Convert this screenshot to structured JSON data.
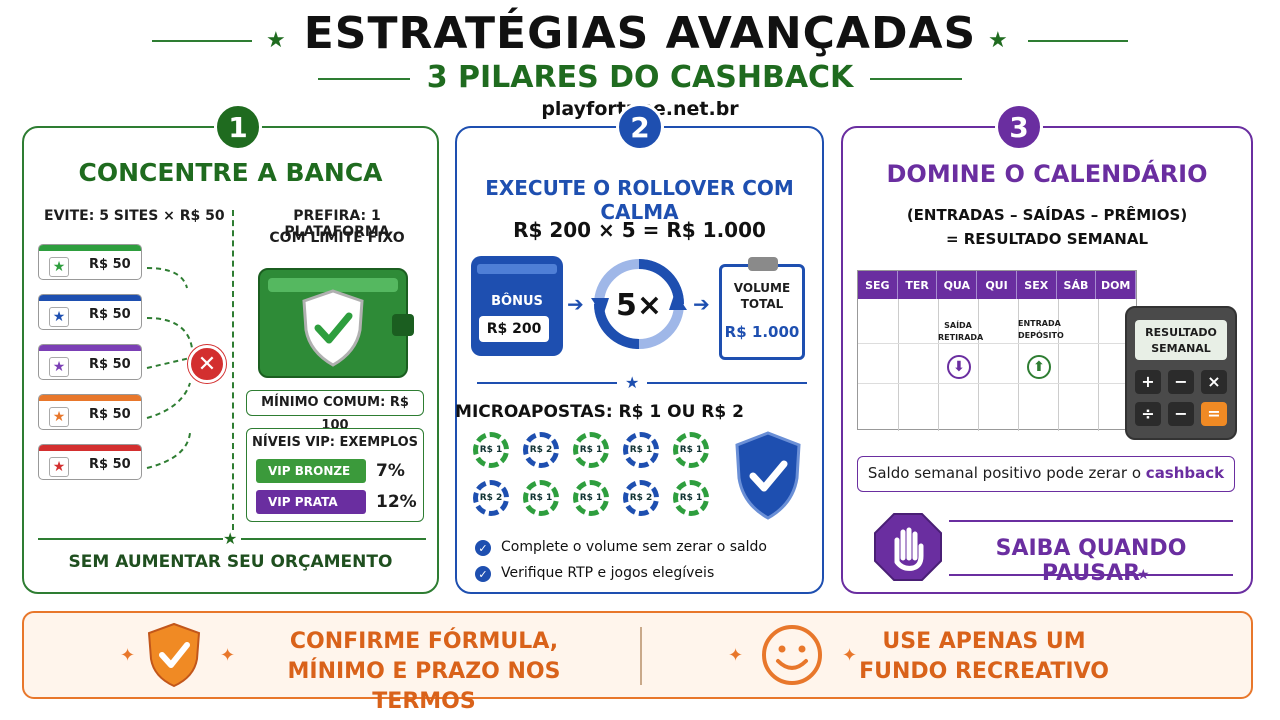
{
  "header": {
    "title": "ESTRATÉGIAS AVANÇADAS",
    "subtitle": "3 PILARES DO CASHBACK",
    "site": "playfortune.net.br"
  },
  "pillar1": {
    "number": "1",
    "title": "CONCENTRE A BANCA",
    "avoid_label": "EVITE: 5 SITES × R$ 50",
    "prefer_label_1": "PREFIRA: 1 PLATAFORMA",
    "prefer_label_2": "COM LIMITE FIXO",
    "sites": [
      {
        "value": "R$ 50",
        "color": "#2e9e3e"
      },
      {
        "value": "R$ 50",
        "color": "#1e4fb0"
      },
      {
        "value": "R$ 50",
        "color": "#7b3fb5"
      },
      {
        "value": "R$ 50",
        "color": "#e8772b"
      },
      {
        "value": "R$ 50",
        "color": "#d32f2f"
      }
    ],
    "min_common": "MÍNIMO COMUM: R$ 100",
    "vip_title": "NÍVEIS VIP: EXEMPLOS",
    "vip_levels": [
      {
        "name": "VIP BRONZE",
        "pct": "7%"
      },
      {
        "name": "VIP PRATA",
        "pct": "12%"
      }
    ],
    "footer": "SEM AUMENTAR SEU ORÇAMENTO"
  },
  "pillar2": {
    "number": "2",
    "title": "EXECUTE O ROLLOVER COM CALMA",
    "formula": "R$ 200 × 5 = R$ 1.000",
    "bonus_label": "BÔNUS",
    "bonus_value": "R$ 200",
    "multiplier": "5×",
    "volume_label_1": "VOLUME",
    "volume_label_2": "TOTAL",
    "volume_value": "R$ 1.000",
    "micro_title": "MICROAPOSTAS: R$ 1 OU R$ 2",
    "chips": [
      {
        "label": "R$ 1",
        "color": "#2e9e3e"
      },
      {
        "label": "R$ 2",
        "color": "#1e4fb0"
      },
      {
        "label": "R$ 1",
        "color": "#2e9e3e"
      },
      {
        "label": "R$ 1",
        "color": "#1e4fb0"
      },
      {
        "label": "R$ 1",
        "color": "#2e9e3e"
      },
      {
        "label": "R$ 2",
        "color": "#1e4fb0"
      },
      {
        "label": "R$ 1",
        "color": "#2e9e3e"
      },
      {
        "label": "R$ 1",
        "color": "#2e9e3e"
      },
      {
        "label": "R$ 2",
        "color": "#1e4fb0"
      },
      {
        "label": "R$ 1",
        "color": "#2e9e3e"
      }
    ],
    "checks": [
      "Complete o volume sem zerar o saldo",
      "Verifique RTP e jogos elegíveis"
    ]
  },
  "pillar3": {
    "number": "3",
    "title": "DOMINE O CALENDÁRIO",
    "formula_1": "(ENTRADAS – SAÍDAS – PRÊMIOS)",
    "formula_2": "= RESULTADO SEMANAL",
    "days": [
      "SEG",
      "TER",
      "QUA",
      "QUI",
      "SEX",
      "SÁB",
      "DOM"
    ],
    "out_label_1": "SAÍDA",
    "out_label_2": "RETIRADA",
    "in_label_1": "ENTRADA",
    "in_label_2": "DEPÓSITO",
    "calc_label_1": "RESULTADO",
    "calc_label_2": "SEMANAL",
    "note_prefix": "Saldo semanal positivo pode zerar o ",
    "note_highlight": "cashback",
    "pause_text": "SAIBA QUANDO PAUSAR"
  },
  "footer": {
    "left_1": "CONFIRME FÓRMULA,",
    "left_2": "MÍNIMO E PRAZO NOS TERMOS",
    "right_1": "USE APENAS UM",
    "right_2": "FUNDO RECREATIVO"
  },
  "colors": {
    "green": "#2e7d32",
    "blue": "#1e4fb0",
    "purple": "#6a2ea0",
    "orange": "#e8772b"
  }
}
